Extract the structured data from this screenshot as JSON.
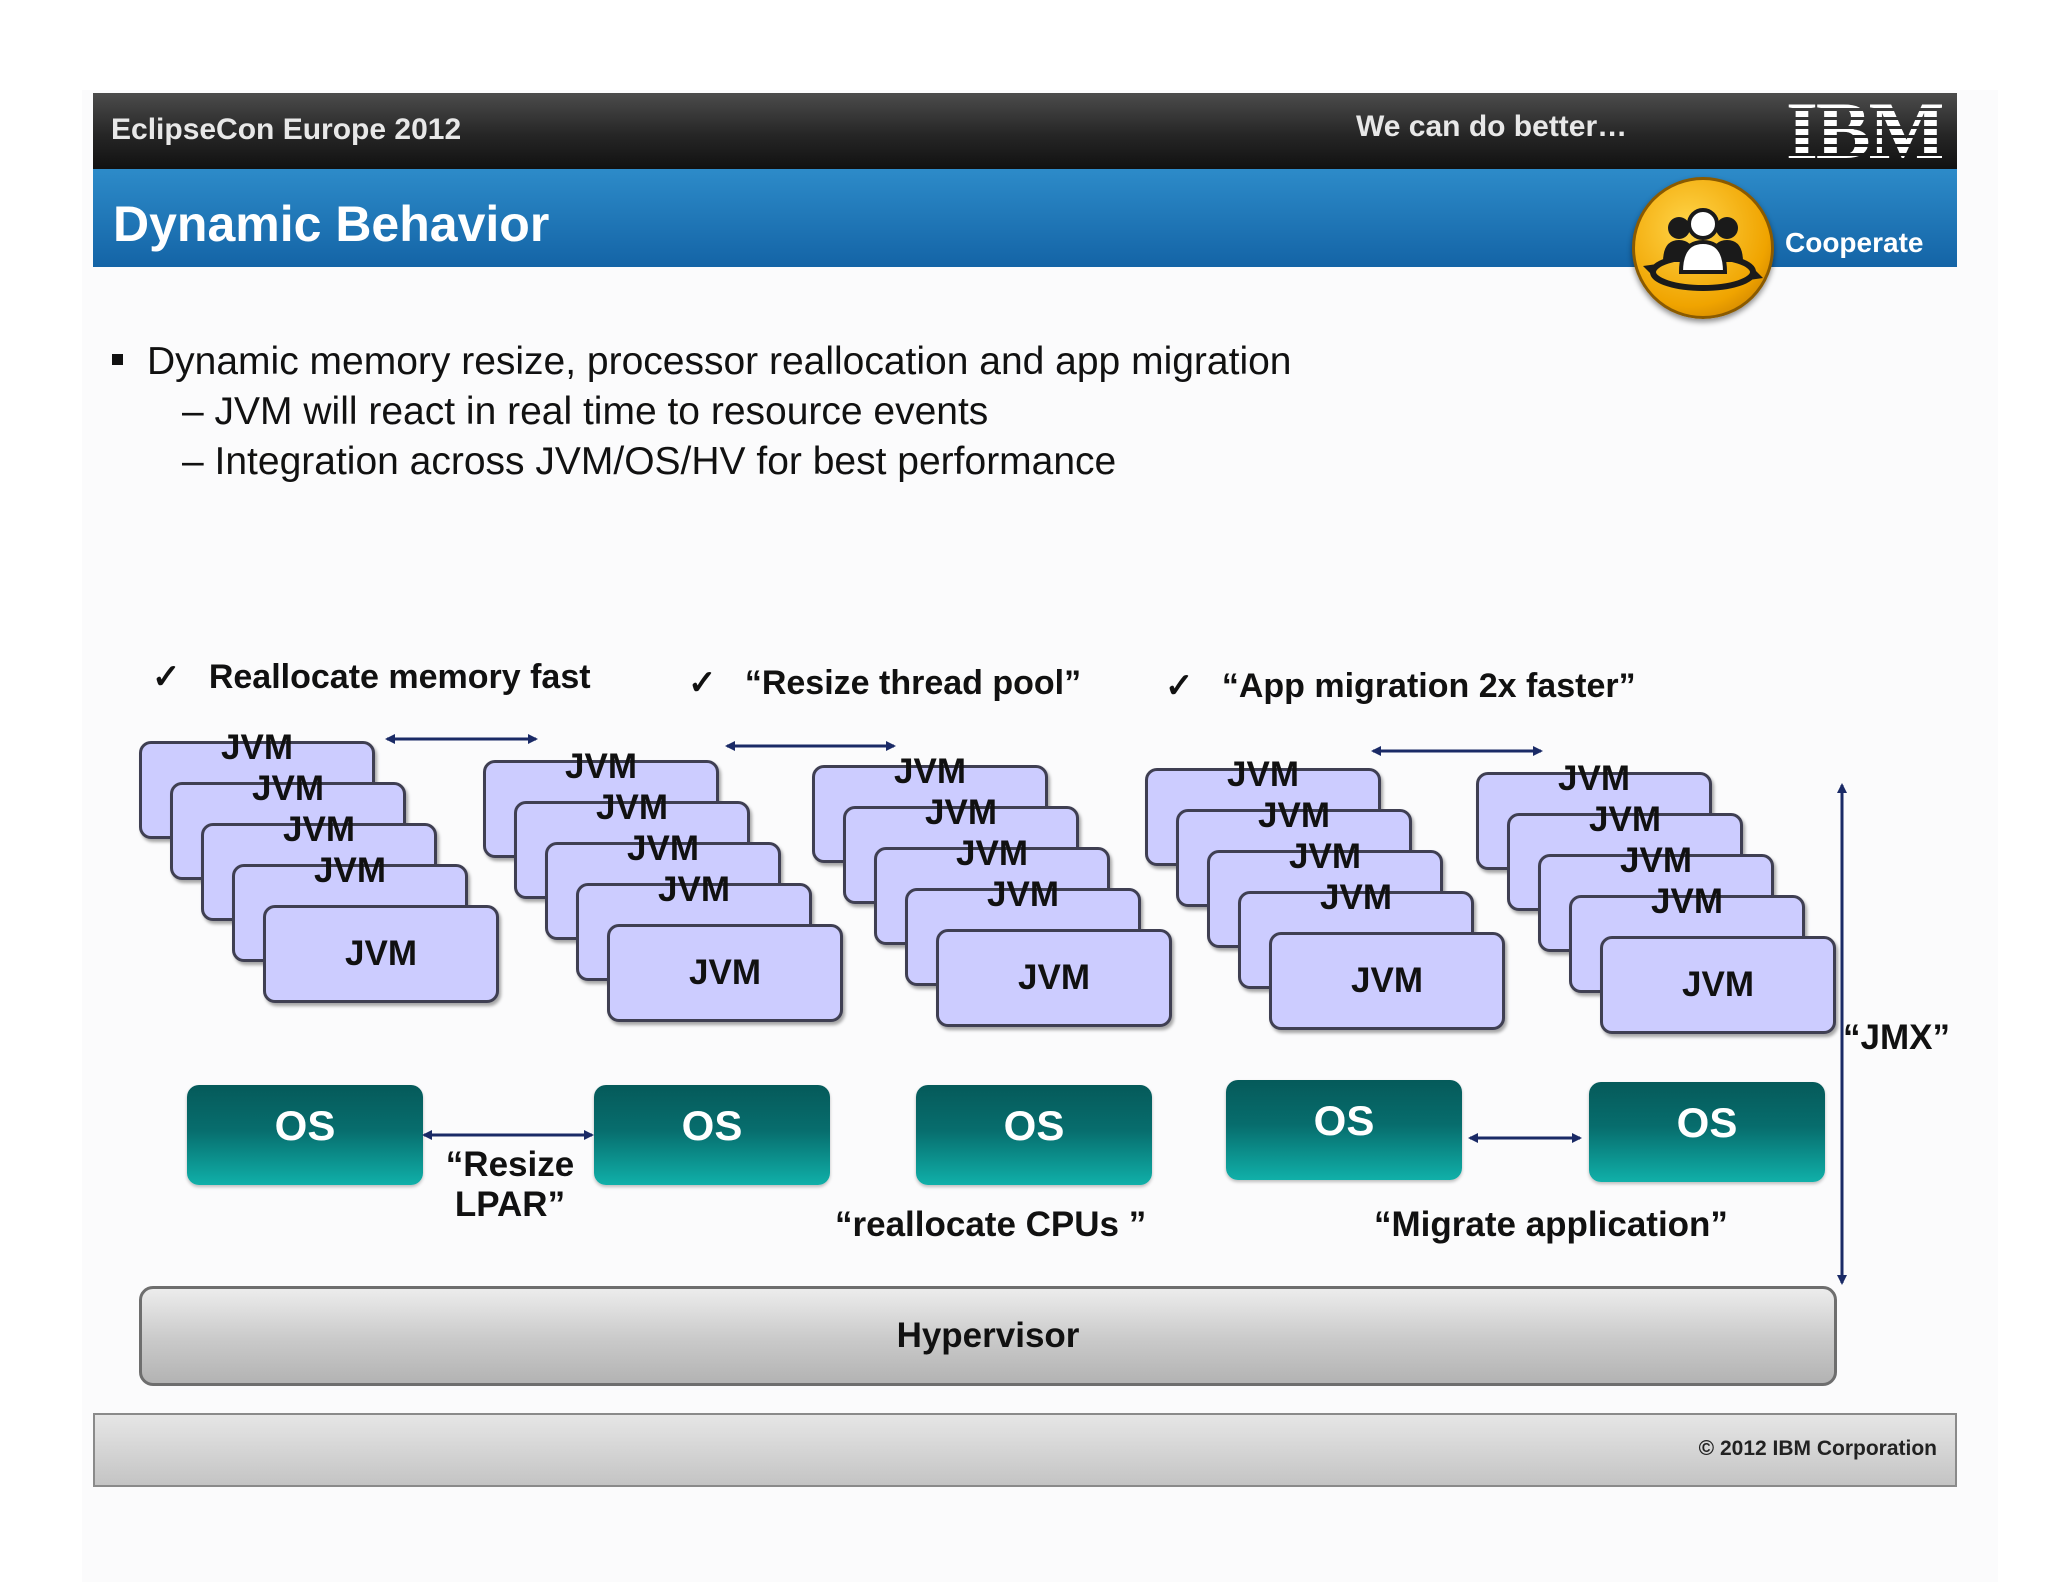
{
  "header": {
    "conference": "EclipseCon Europe 2012",
    "tagline": "We can do better…",
    "logo_text": "IBM",
    "section_label": "Cooperate",
    "section_icon": "people-group-icon"
  },
  "title": "Dynamic Behavior",
  "bullets": {
    "main": "Dynamic memory resize, processor reallocation and app migration",
    "sub": [
      "JVM will react in real time to resource events",
      "Integration across JVM/OS/HV for best performance"
    ]
  },
  "checks": [
    "Reallocate memory fast",
    "“Resize thread pool”",
    "“App migration 2x faster”"
  ],
  "diagram": {
    "jvm_label": "JVM",
    "os_label": "OS",
    "resize_lpar": [
      "“Resize",
      "LPAR”"
    ],
    "reallocate_cpus": "“reallocate CPUs ”",
    "migrate_application": "“Migrate application”",
    "jmx": "“JMX”",
    "hypervisor": "Hypervisor"
  },
  "footer": {
    "copyright": "© 2012 IBM Corporation"
  },
  "colors": {
    "title_bar": "#1f77bb",
    "jvm_fill": "#ccccff",
    "os_fill": "#076d6d",
    "arrow": "#1a2a66"
  }
}
